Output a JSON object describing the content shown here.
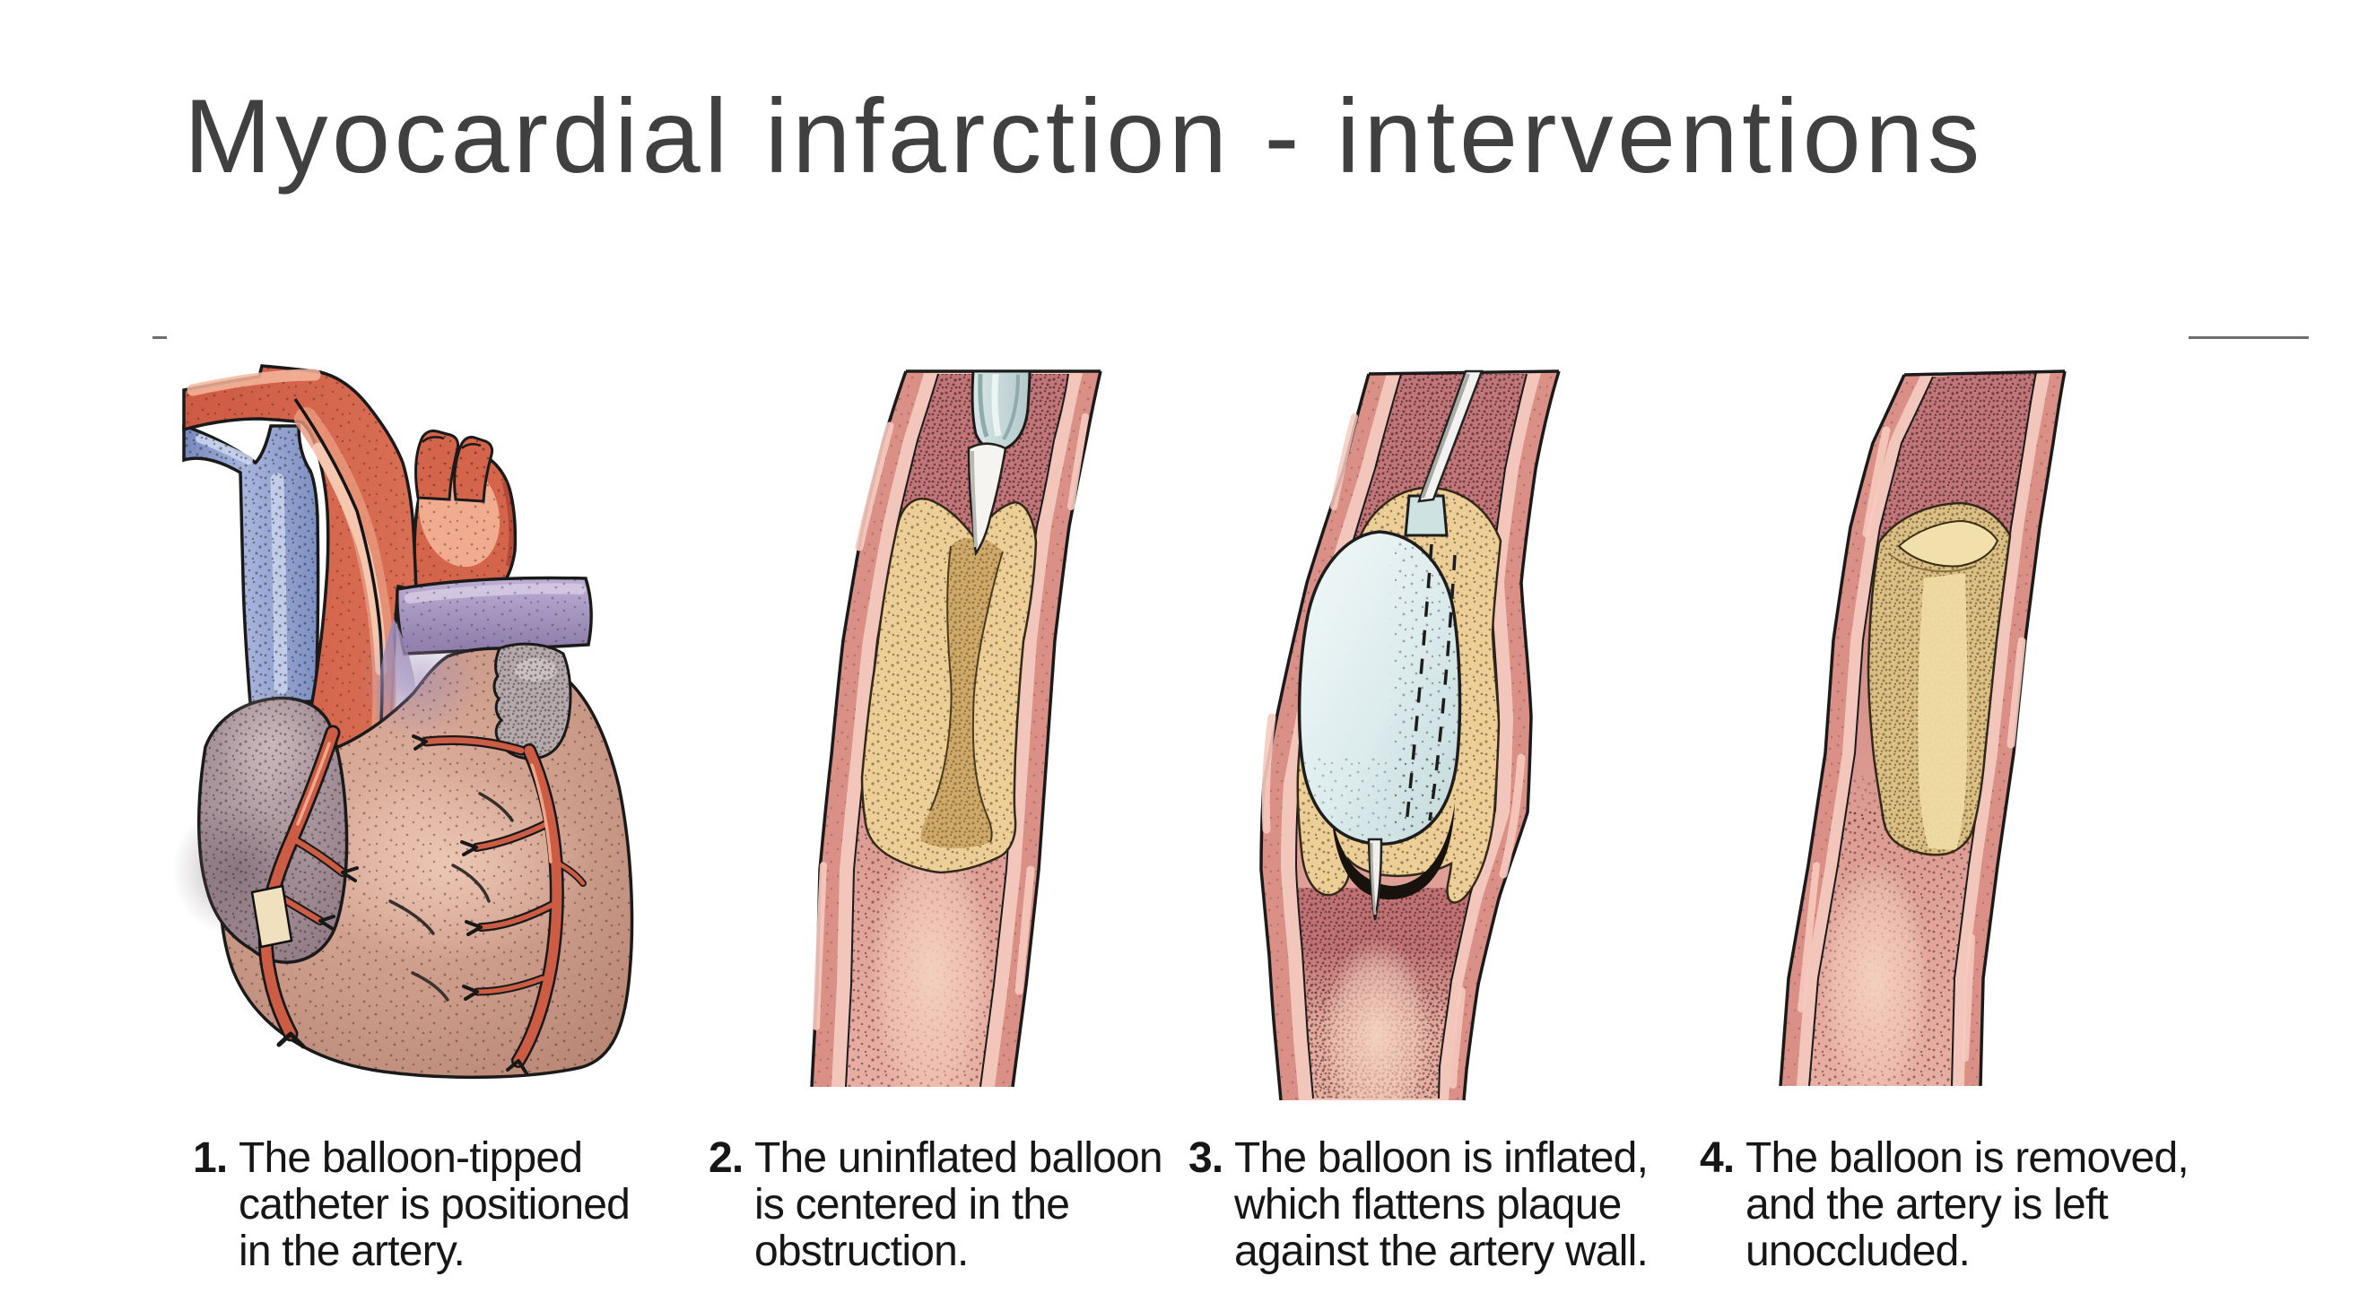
{
  "slide": {
    "title": "Myocardial infarction - interventions",
    "title_color": "#404040",
    "background": "#ffffff"
  },
  "divider": {
    "color": "#6e6e6e"
  },
  "figure": {
    "type": "medical-illustration",
    "subject": "Percutaneous transluminal coronary angioplasty (balloon angioplasty) steps",
    "panels": [
      {
        "name": "heart-with-catheter",
        "alt": "Heart with coronary arteries and balloon-tipped catheter positioned in the artery"
      },
      {
        "name": "artery-uninflated-balloon",
        "alt": "Artery cross-section: uninflated balloon catheter entering plaque obstruction"
      },
      {
        "name": "artery-inflated-balloon",
        "alt": "Artery cross-section: inflated balloon flattening plaque against artery wall"
      },
      {
        "name": "artery-unoccluded",
        "alt": "Artery cross-section: balloon removed, artery left unoccluded"
      }
    ],
    "captions": [
      {
        "num": "1.",
        "lines": [
          "The balloon-tipped",
          "catheter is positioned",
          "in the artery."
        ]
      },
      {
        "num": "2.",
        "lines": [
          "The uninflated balloon",
          "is centered in the",
          "obstruction."
        ]
      },
      {
        "num": "3.",
        "lines": [
          "The balloon is inflated,",
          "which flattens plaque",
          "against the artery wall."
        ]
      },
      {
        "num": "4.",
        "lines": [
          "The balloon is removed,",
          "and the artery is left",
          "unoccluded."
        ]
      }
    ],
    "palette": {
      "artery_wall": "#db9087",
      "artery_wall_inner": "#f2c6bb",
      "lumen": "#c97e7b",
      "plaque": "#ecce96",
      "plaque_channel": "#cfa968",
      "catheter": "#c8dada",
      "balloon": "#d9e8e9",
      "heart_body": "#c89584",
      "right_atrium": "#a18a92",
      "aorta": "#d4654b",
      "vena_cava": "#8e9fd0",
      "pulmonary_artery": "#9c8bb5",
      "outline": "#1a1a1a"
    }
  }
}
